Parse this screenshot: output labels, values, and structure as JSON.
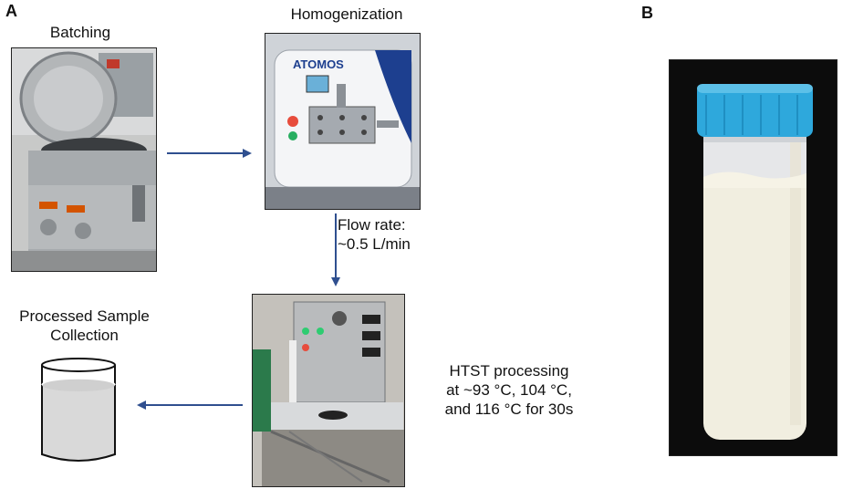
{
  "panels": {
    "a": "A",
    "b": "B"
  },
  "steps": {
    "batching": "Batching",
    "homogenization": "Homogenization",
    "flow_rate": [
      "Flow rate:",
      "~0.5 L/min"
    ],
    "htst": [
      "HTST processing",
      "at ~93 °C, 104 °C,",
      "and 116 °C for 30s"
    ],
    "collection": [
      "Processed Sample",
      "Collection"
    ]
  },
  "photo_text": {
    "homogenizer_brand": "ATOMOS"
  },
  "colors": {
    "arrow": "#2f4f8f",
    "cap": "#2ea8dc",
    "milk": "#f3f0e2"
  }
}
